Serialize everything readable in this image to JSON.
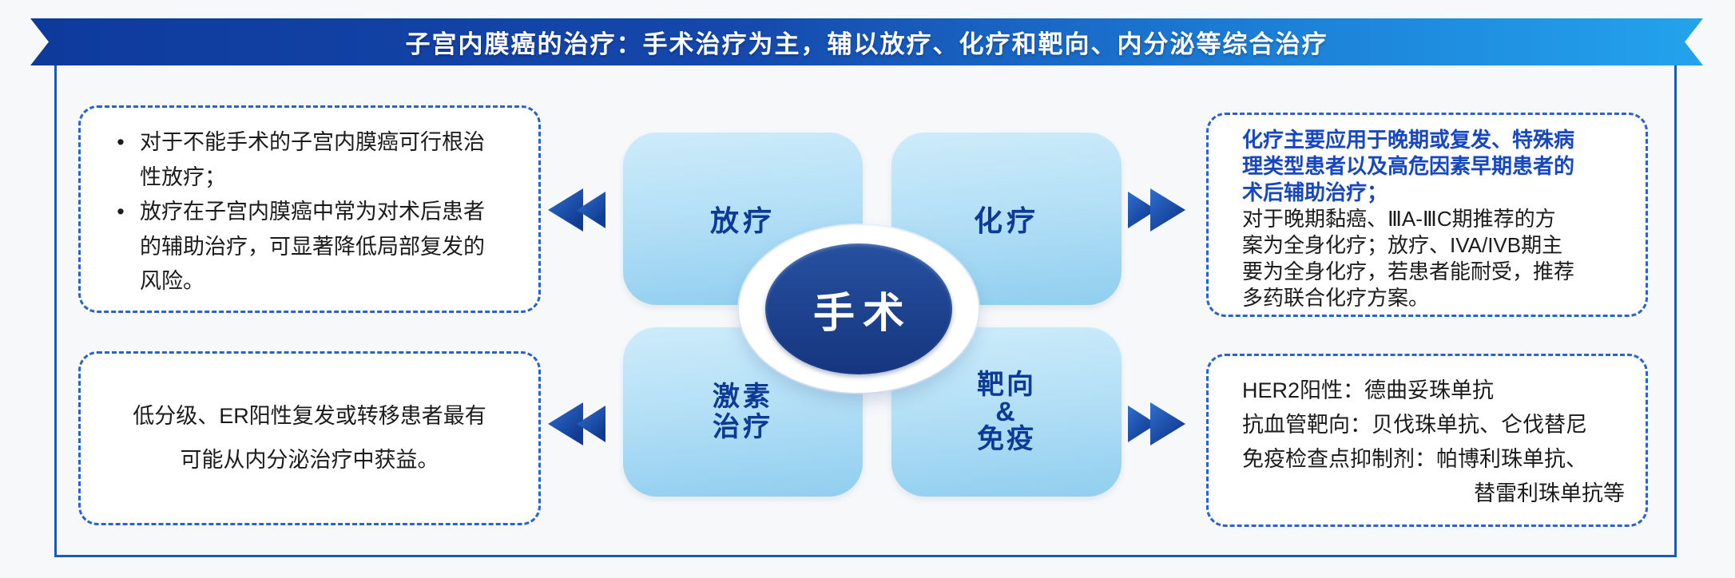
{
  "colors": {
    "banner_left": "#0e3a9c",
    "banner_right": "#23a3ec",
    "frame_border": "#2257ba",
    "dashed_border": "#2b62cf",
    "quadrant_fill_top": "#cdecfa",
    "quadrant_fill_bottom": "#90ceef",
    "quadrant_label": "#0d3a96",
    "surgery_ellipse": "#16357f",
    "highlight_text": "#1747c0",
    "arrow_blue": "#123c92"
  },
  "banner": {
    "title": "子宫内膜癌的治疗：手术治疗为主，辅以放疗、化疗和靶向、内分泌等综合治疗"
  },
  "center": {
    "surgery_label": "手术",
    "quadrant_radiotherapy": "放疗",
    "quadrant_chemotherapy": "化疗",
    "quadrant_hormone_line1": "激素",
    "quadrant_hormone_line2": "治疗",
    "quadrant_targeted_line1": "靶向",
    "quadrant_targeted_line2": "&",
    "quadrant_targeted_line3": "免疫"
  },
  "radiotherapy_box": {
    "lines": [
      {
        "bullet": "•",
        "text": "对于不能手术的子宫内膜癌可行根治"
      },
      {
        "bullet": "",
        "text": "性放疗；"
      },
      {
        "bullet": "•",
        "text": "放疗在子宫内膜癌中常为对术后患者"
      },
      {
        "bullet": "",
        "text": "的辅助治疗，可显著降低局部复发的"
      },
      {
        "bullet": "",
        "text": "风险。"
      }
    ]
  },
  "chemotherapy_box": {
    "highlight_lines": [
      "化疗主要应用于晚期或复发、特殊病",
      "理类型患者以及高危因素早期患者的",
      "术后辅助治疗；"
    ],
    "body_lines": [
      "对于晚期黏癌、ⅢA-ⅢC期推荐的方",
      "案为全身化疗；放疗、IVA/IVB期主",
      "要为全身化疗，若患者能耐受，推荐",
      "多药联合化疗方案。"
    ]
  },
  "hormone_box": {
    "lines": [
      "低分级、ER阳性复发或转移患者最有",
      "可能从内分泌治疗中获益。"
    ]
  },
  "targeted_box": {
    "lines": [
      "HER2阳性：德曲妥珠单抗",
      "抗血管靶向：贝伐珠单抗、仑伐替尼",
      "免疫检查点抑制剂：帕博利珠单抗、",
      "替雷利珠单抗等"
    ]
  }
}
